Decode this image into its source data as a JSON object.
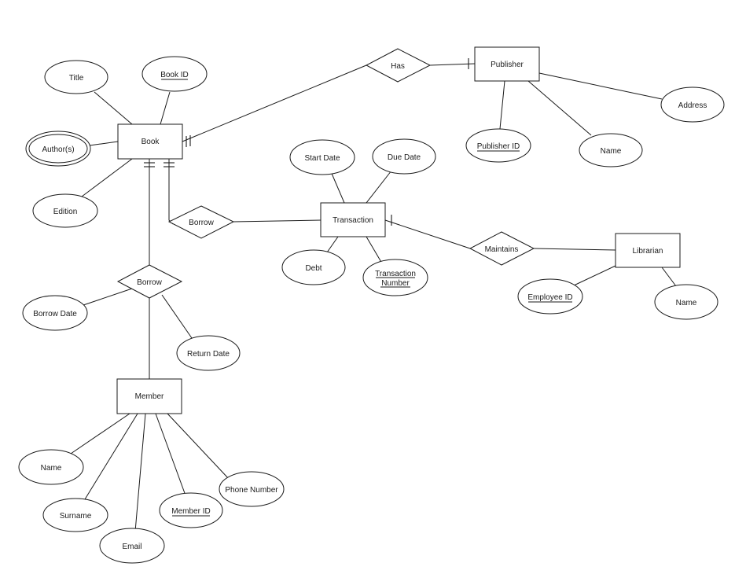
{
  "entities": {
    "book": "Book",
    "publisher": "Publisher",
    "transaction": "Transaction",
    "librarian": "Librarian",
    "member": "Member"
  },
  "relationships": {
    "has": "Has",
    "borrow_transaction": "Borrow",
    "maintains": "Maintains",
    "borrow_member": "Borrow"
  },
  "attributes": {
    "title": "Title",
    "book_id": "Book ID",
    "authors": "Author(s)",
    "edition": "Edition",
    "publisher_id": "Publisher ID",
    "publisher_name": "Name",
    "address": "Address",
    "start_date": "Start Date",
    "due_date": "Due Date",
    "debt": "Debt",
    "transaction_number_line1": "Transaction",
    "transaction_number_line2": "Number",
    "employee_id": "Employee ID",
    "librarian_name": "Name",
    "borrow_date": "Borrow Date",
    "return_date": "Return Date",
    "member_name": "Name",
    "surname": "Surname",
    "email": "Email",
    "member_id": "Member ID",
    "phone_number": "Phone Number"
  }
}
